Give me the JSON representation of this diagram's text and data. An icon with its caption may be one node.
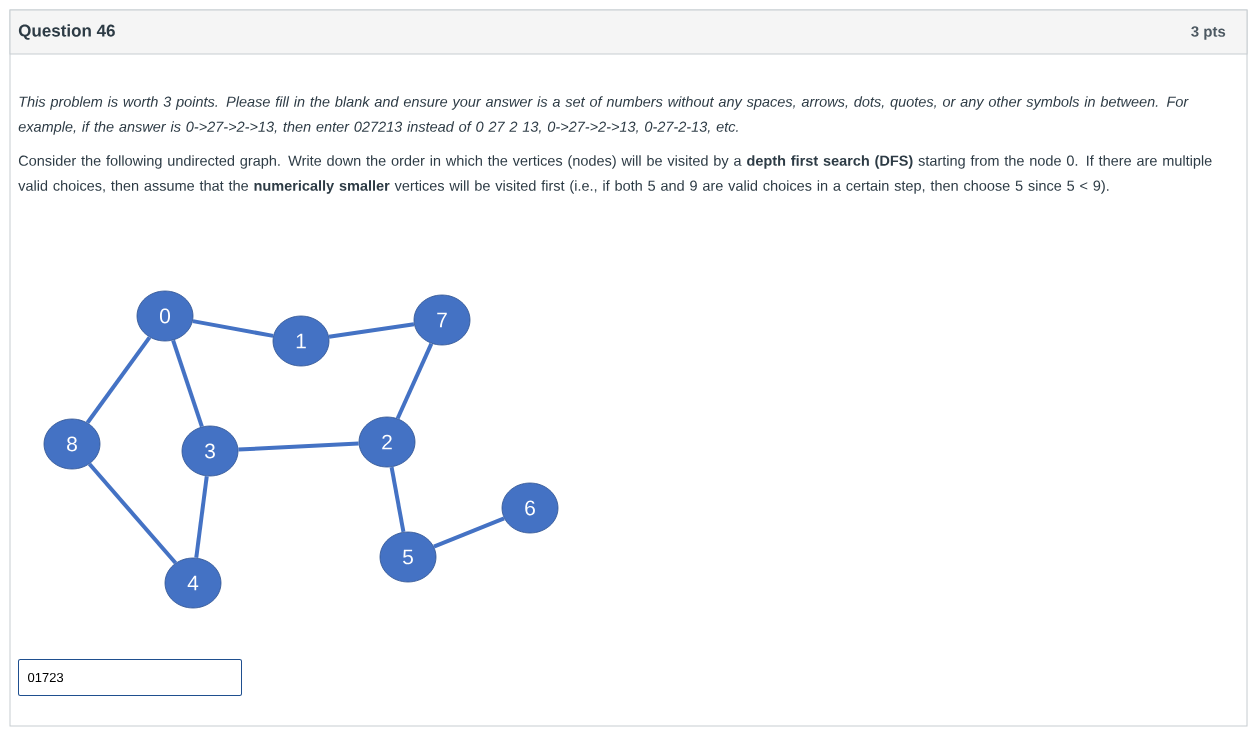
{
  "diagram": {
    "title": "Question 46",
    "nodes": [
      {
        "text": [
          "0"
        ]
      },
      {
        "text": [
          "7"
        ]
      },
      {
        "text": [
          "1"
        ]
      },
      {
        "text": [
          "8"
        ]
      },
      {
        "text": [
          "3"
        ]
      },
      {
        "text": [
          "2"
        ]
      },
      {
        "text": [
          "6"
        ]
      },
      {
        "text": [
          "5"
        ]
      },
      {
        "text": [
          "4"
        ]
      }
    ],
    "edges": [
      {
        "from": 0,
        "to": 2,
        "arrow": "none"
      },
      {
        "from": 2,
        "to": 1,
        "arrow": "none"
      },
      {
        "from": 0,
        "to": 3,
        "arrow": "none"
      },
      {
        "from": 0,
        "to": 4,
        "arrow": "none"
      },
      {
        "from": 1,
        "to": 5,
        "arrow": "none"
      },
      {
        "from": 4,
        "to": 5,
        "arrow": "none"
      },
      {
        "from": 3,
        "to": 8,
        "arrow": "none"
      },
      {
        "from": 4,
        "to": 8,
        "arrow": "none"
      },
      {
        "from": 5,
        "to": 7,
        "arrow": "none"
      },
      {
        "from": 7,
        "to": 6,
        "arrow": "none"
      }
    ],
    "labels": [
      "3 pts",
      "This problem is worth 3 points. Please fill in the blank and ensure your answer is a set of numbers without any spaces, arrows, dots, quotes, or any other symbols in between. For example, if the answer is 0->27->2->13, then enter 027213 instead of 0 27 2 13, 0->27->2->13, 0-27-2-13, etc.",
      "Consider the following undirected graph. Write down the order in which the vertices (nodes) will be visited by a **depth first search (DFS)** starting from the node 0. If there are multiple valid choices, then assume that the **numerically smaller** vertices will be visited first (i.e., if both 5 and 9 are valid choices in a certain step, then choose 5 since 5 < 9).",
      "01723"
    ]
  }
}
